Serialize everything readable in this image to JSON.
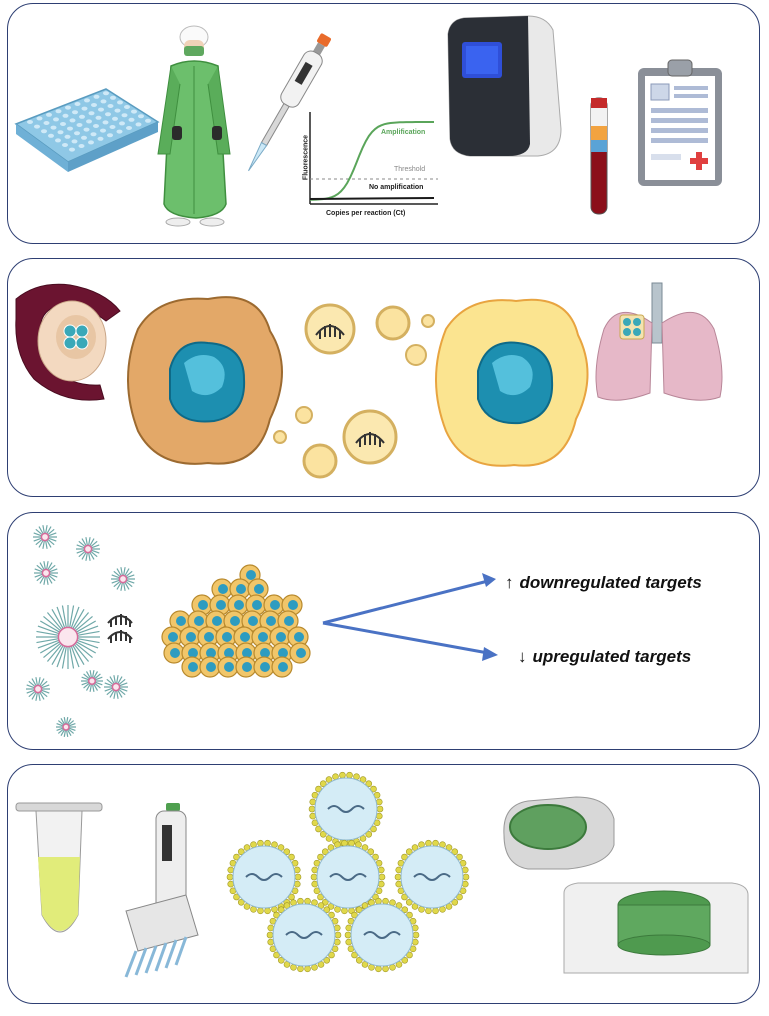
{
  "panel_pcr": {
    "chart_data": {
      "type": "line",
      "xlabel": "Copies per reaction (Ct)",
      "ylabel": "Fluorescence",
      "series": [
        {
          "name": "Amplification"
        },
        {
          "name": "No amplification"
        }
      ],
      "annotations": [
        "Threshold"
      ]
    },
    "colors": {
      "amplification": "#5aa55a",
      "no_amplification": "#1a1a1a",
      "threshold": "#888888"
    },
    "icons": [
      "well-plate-icon",
      "surgeon-icon",
      "micropipette-icon",
      "qpcr-instrument-icon",
      "blood-tube-icon",
      "clipboard-report-icon"
    ]
  },
  "panel_exosome": {
    "icons": [
      "placenta-icon",
      "donor-cell-icon",
      "exosome-vesicle-icon",
      "microrna-icon",
      "recipient-cell-icon",
      "lung-icon"
    ]
  },
  "panel_therapy": {
    "up_arrow": "↑",
    "down_arrow": "↓",
    "downregulated_text": "downregulated targets",
    "upregulated_text": "upregulated targets",
    "arrow_color": "#4a72c4",
    "icons": [
      "nanoparticle-icon",
      "microrna-icon",
      "tumor-cell-cluster-icon"
    ]
  },
  "panel_isolation": {
    "icons": [
      "microcentrifuge-tube-icon",
      "multichannel-pipette-icon",
      "extracellular-vesicle-icon",
      "vesicle-analyzer-icon"
    ]
  }
}
